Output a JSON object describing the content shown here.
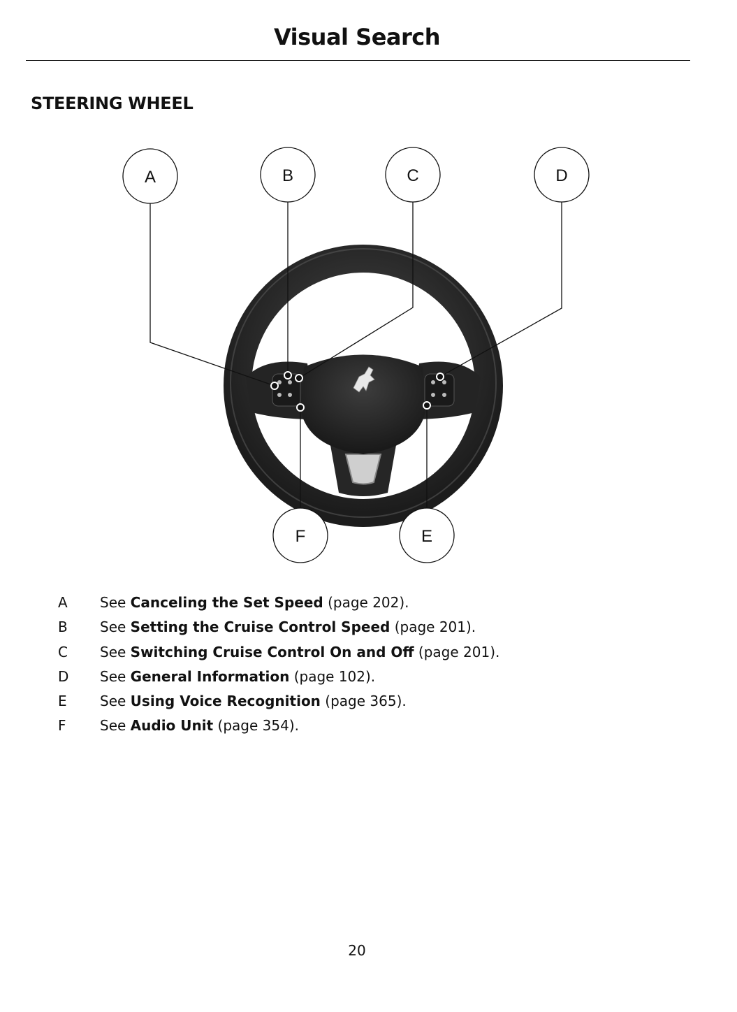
{
  "header": {
    "title": "Visual Search"
  },
  "section": {
    "heading": "STEERING WHEEL"
  },
  "callouts": [
    "A",
    "B",
    "C",
    "D",
    "E",
    "F"
  ],
  "legend": [
    {
      "key": "A",
      "prefix": "See ",
      "topic": "Canceling the Set Speed",
      "ref": " (page 202)."
    },
    {
      "key": "B",
      "prefix": "See ",
      "topic": "Setting the Cruise Control Speed",
      "ref": " (page 201)."
    },
    {
      "key": "C",
      "prefix": "See ",
      "topic": "Switching Cruise Control On and Off",
      "ref": " (page 201)."
    },
    {
      "key": "D",
      "prefix": "See ",
      "topic": "General Information",
      "ref": " (page 102)."
    },
    {
      "key": "E",
      "prefix": "See ",
      "topic": "Using Voice Recognition",
      "ref": " (page 365)."
    },
    {
      "key": "F",
      "prefix": "See ",
      "topic": "Audio Unit",
      "ref": " (page 354)."
    }
  ],
  "footer": {
    "page_number": "20"
  },
  "colors": {
    "text": "#111111",
    "wheel": "#2b2b2b",
    "background": "#ffffff"
  }
}
